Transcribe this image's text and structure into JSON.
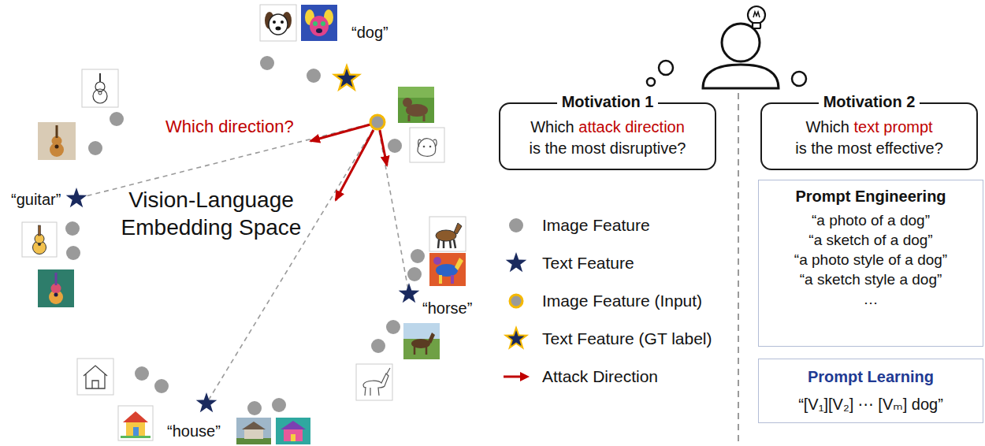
{
  "diagram": {
    "nodes": [
      {
        "text": [
          "Which direction?",
          "Vision-Language Embedding Space"
        ]
      },
      {
        "text": [
          "Motivation 1",
          "Which",
          "attack direction",
          "is the most disruptive?"
        ]
      },
      {
        "text": [
          "Motivation 2",
          "Which",
          "text prompt",
          "is the most effective?"
        ]
      },
      {
        "text": [
          "Prompt Engineering",
          "“a photo of a dog”",
          "“a sketch of a dog”",
          "“a photo style of a dog”",
          "“a sketch style a dog”",
          "…"
        ]
      },
      {
        "text": [
          "Prompt Learning",
          "“[V₁][V₂] ⋯ [Vₘ] dog”"
        ]
      }
    ],
    "labels": [
      "“dog”",
      "“guitar”",
      "“horse”",
      "“house”"
    ],
    "legend": [
      {
        "text": "Image Feature"
      },
      {
        "text": "Text Feature"
      },
      {
        "text": "Image Feature (Input)"
      },
      {
        "text": "Text Feature (GT label)"
      },
      {
        "text": "Attack Direction"
      }
    ]
  }
}
